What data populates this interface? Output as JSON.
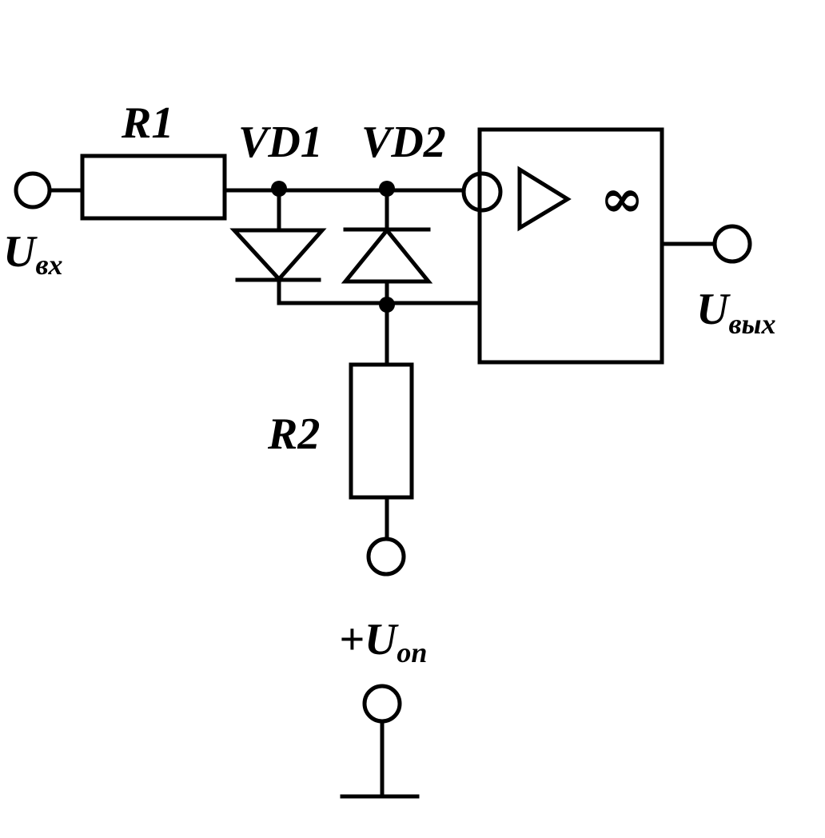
{
  "labels": {
    "r1": "R1",
    "r2": "R2",
    "vd1": "VD1",
    "vd2": "VD2",
    "u_in_main": "U",
    "u_in_sub": "вх",
    "u_out_main": "U",
    "u_out_sub": "вых",
    "u_ref_prefix": "+U",
    "u_ref_sub": "оп",
    "infinity": "∞"
  },
  "colors": {
    "ink": "#000000",
    "paper": "#ffffff"
  }
}
